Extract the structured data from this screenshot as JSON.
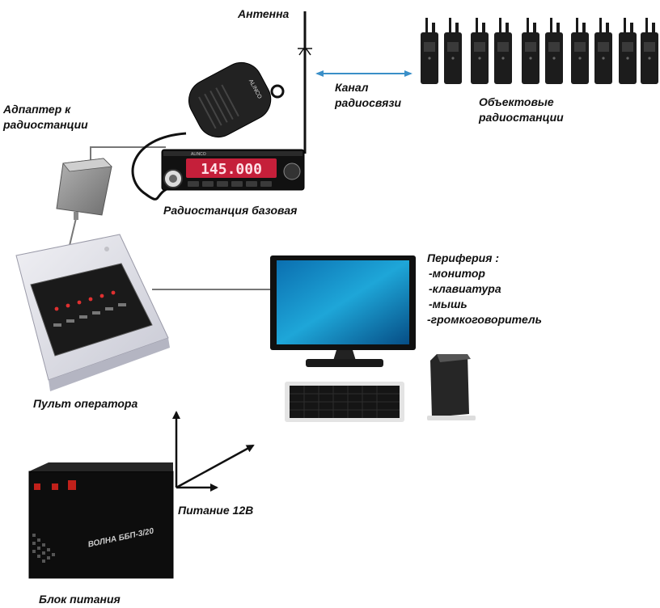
{
  "labels": {
    "antenna": "Антенна",
    "channel_line1": "Канал",
    "channel_line2": "радиосвязи",
    "objects_line1": "Объектовые",
    "objects_line2": "радиостанции",
    "adapter_line1": "Адпаптер к",
    "adapter_line2": "радиостанции",
    "base_station": "Радиостанция базовая",
    "operator_console": "Пульт оператора",
    "peripherals_title": "Периферия :",
    "peripherals_items": [
      "-монитор",
      "-клавиатура",
      "-мышь",
      "-громкоговоритель"
    ],
    "power_12v": "Питание 12В",
    "power_unit": "Блок питания"
  },
  "device_text": {
    "radio_brand": "ALINCO",
    "radio_display": "145.000",
    "mic_brand": "ALINCO",
    "psu_brand": "ВОЛНА ББП-3/20"
  },
  "colors": {
    "channel_arrow": "#3a8fc8",
    "lines": "#777777",
    "arrows": "#111111"
  }
}
